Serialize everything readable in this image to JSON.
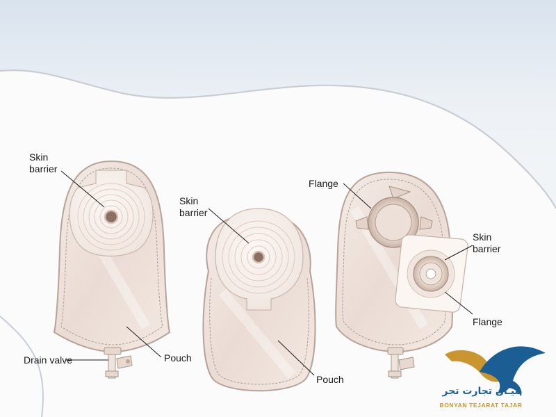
{
  "labels": {
    "left_skin_barrier": [
      "Skin",
      "barrier"
    ],
    "left_drain_valve": "Drain valve",
    "left_pouch": "Pouch",
    "mid_skin_barrier": [
      "Skin",
      "barrier"
    ],
    "mid_pouch": "Pouch",
    "right_flange_top": "Flange",
    "right_skin_barrier": [
      "Skin",
      "barrier"
    ],
    "right_flange_bottom": "Flange"
  },
  "logo": {
    "arabic": "بنیـان تجارت تجر",
    "english": "BONYAN TEJARAT TAJAR",
    "colors": {
      "blue": "#1b5e93",
      "gold": "#c9952e"
    }
  },
  "colors": {
    "pouch": "#f0e5df",
    "outline": "#b9a89e",
    "sky": "#dde6ef"
  }
}
